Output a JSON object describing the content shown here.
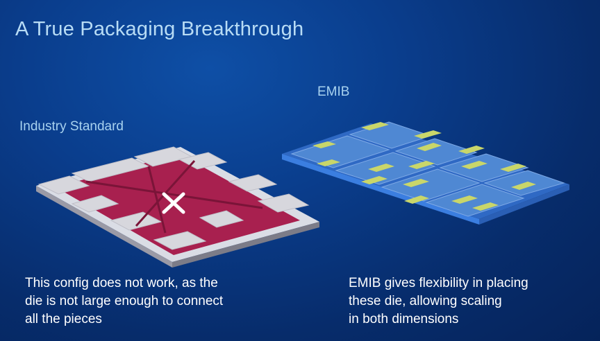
{
  "title": "A True Packaging Breakthrough",
  "left_panel": {
    "label": "Industry Standard",
    "caption_lines": [
      "This config does not work, as the",
      "die is not large enough to connect",
      "all the pieces"
    ],
    "status_icon": "x-mark-icon"
  },
  "right_panel": {
    "label": "EMIB",
    "caption_lines": [
      "EMIB gives flexibility in placing",
      "these die, allowing scaling",
      "in both dimensions"
    ]
  },
  "colors": {
    "background": "#0a3d8c",
    "title": "#b8dcf5",
    "substrate_red": "#a8204f",
    "substrate_blue": "#4a86d6",
    "chiplet_grey": "#d9d9de",
    "bridge_yellow": "#c9d66a"
  }
}
